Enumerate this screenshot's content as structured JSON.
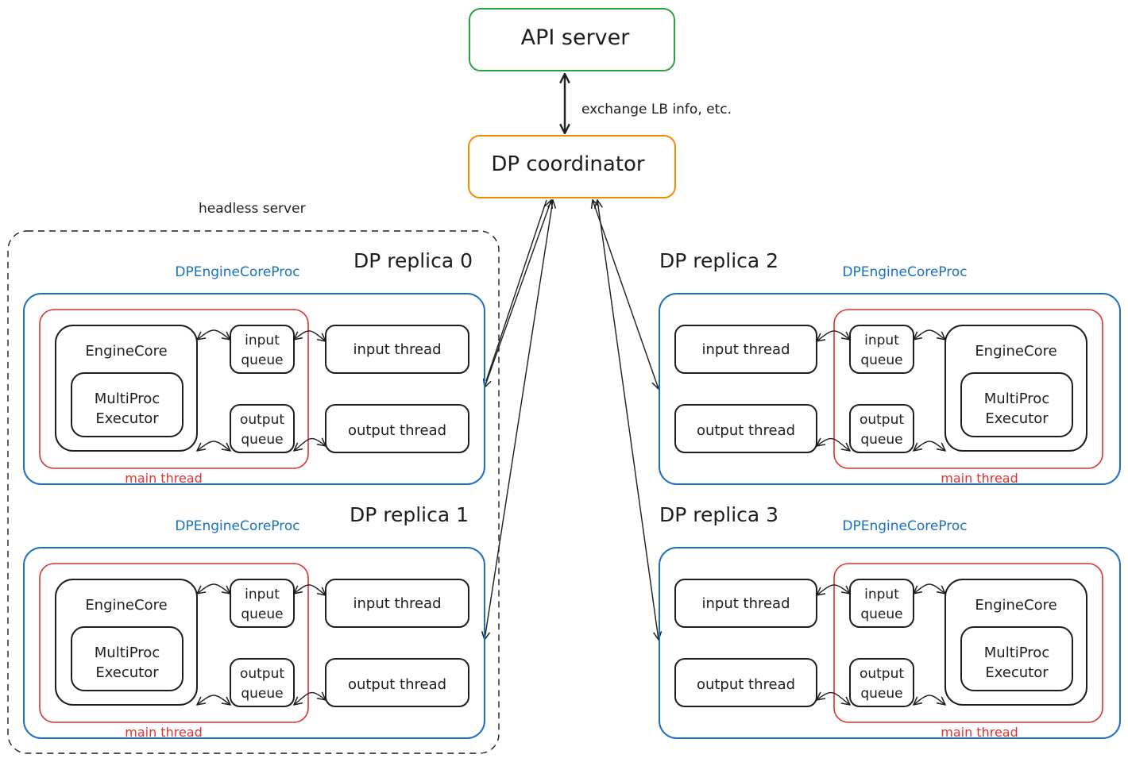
{
  "api_server": {
    "label": "API server",
    "color": "#2f9e44"
  },
  "exchange_label": "exchange LB info, etc.",
  "coordinator": {
    "label": "DP coordinator",
    "color": "#f08c00"
  },
  "headless_label": "headless server",
  "replicas": [
    {
      "title": "DP replica 0",
      "proc_label": "DPEngineCoreProc",
      "engine_core": "EngineCore",
      "executor_line1": "MultiProc",
      "executor_line2": "Executor",
      "input_queue_line1": "input",
      "input_queue_line2": "queue",
      "output_queue_line1": "output",
      "output_queue_line2": "queue",
      "input_thread": "input thread",
      "output_thread": "output thread",
      "main_thread": "main thread"
    },
    {
      "title": "DP replica 1",
      "proc_label": "DPEngineCoreProc",
      "engine_core": "EngineCore",
      "executor_line1": "MultiProc",
      "executor_line2": "Executor",
      "input_queue_line1": "input",
      "input_queue_line2": "queue",
      "output_queue_line1": "output",
      "output_queue_line2": "queue",
      "input_thread": "input thread",
      "output_thread": "output thread",
      "main_thread": "main thread"
    },
    {
      "title": "DP replica 2",
      "proc_label": "DPEngineCoreProc",
      "engine_core": "EngineCore",
      "executor_line1": "MultiProc",
      "executor_line2": "Executor",
      "input_queue_line1": "input",
      "input_queue_line2": "queue",
      "output_queue_line1": "output",
      "output_queue_line2": "queue",
      "input_thread": "input thread",
      "output_thread": "output thread",
      "main_thread": "main thread"
    },
    {
      "title": "DP replica 3",
      "proc_label": "DPEngineCoreProc",
      "engine_core": "EngineCore",
      "executor_line1": "MultiProc",
      "executor_line2": "Executor",
      "input_queue_line1": "input",
      "input_queue_line2": "queue",
      "output_queue_line1": "output",
      "output_queue_line2": "queue",
      "input_thread": "input thread",
      "output_thread": "output thread",
      "main_thread": "main thread"
    }
  ],
  "colors": {
    "proc_border": "#1971c2",
    "main_thread_border": "#e03131",
    "stroke": "#1e1e1e"
  }
}
